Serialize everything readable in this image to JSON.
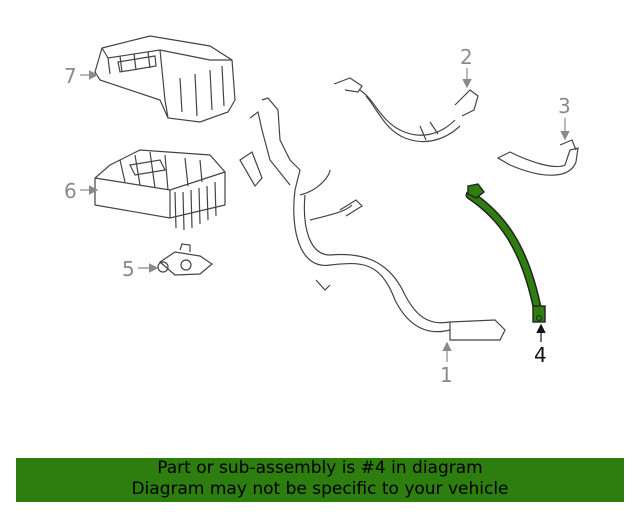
{
  "callouts": {
    "c1": "1",
    "c2": "2",
    "c3": "3",
    "c4": "4",
    "c5": "5",
    "c6": "6",
    "c7": "7"
  },
  "highlight_part": "4",
  "colors": {
    "highlight": "#2e7d0f",
    "line": "#7a7a7a",
    "banner_bg": "#2e7d0f"
  },
  "banner": {
    "line1": "Part or sub-assembly is #4 in diagram",
    "line2": "Diagram may not be specific to your vehicle"
  }
}
